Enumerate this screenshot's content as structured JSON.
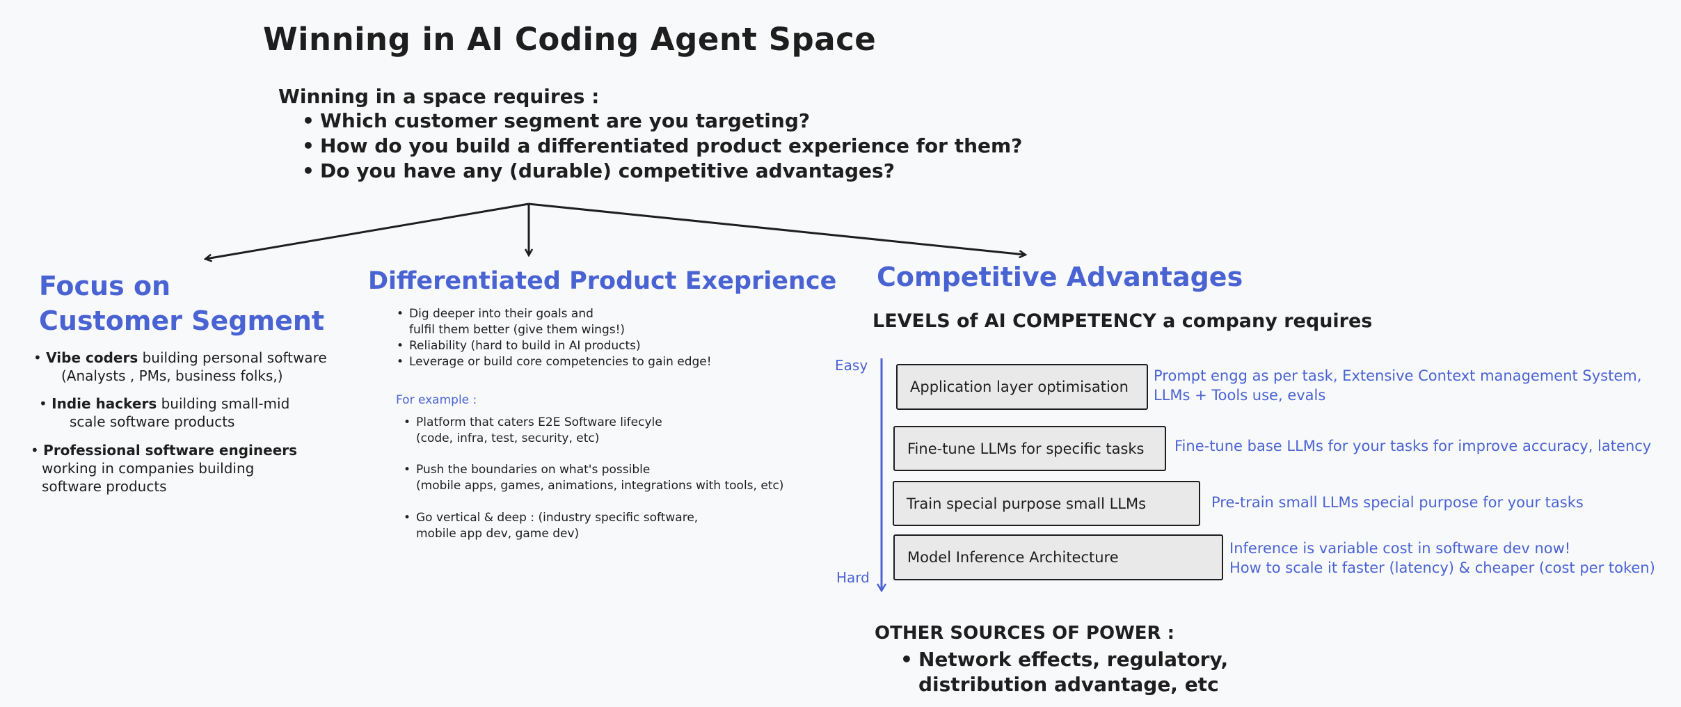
{
  "title": "Winning in AI Coding Agent Space",
  "requirements": {
    "heading": "Winning in a space requires :",
    "items": [
      "Which customer segment are you targeting?",
      "How do you build a differentiated product experience for them?",
      "Do you have any (durable) competitive advantages?"
    ]
  },
  "focus": {
    "heading_line1": "Focus on",
    "heading_line2": "Customer Segment",
    "segments": [
      {
        "bold": "Vibe coders",
        "rest": " building personal software",
        "line2": "(Analysts , PMs, business folks,)"
      },
      {
        "bold": "Indie hackers",
        "rest": " building small-mid",
        "line2": "scale software products"
      },
      {
        "bold": "Professional software engineers",
        "rest": "",
        "line2": "working in companies building",
        "line3": "software products"
      }
    ]
  },
  "differentiated": {
    "heading": "Differentiated Product Exeprience",
    "items": [
      {
        "line1": "Dig deeper into their goals and",
        "line2": "fulfil them better (give them wings!)"
      },
      {
        "line1": "Reliability (hard to build in AI products)"
      },
      {
        "line1": "Leverage or build core competencies to gain edge!"
      }
    ],
    "example_label": "For example  :",
    "examples": [
      {
        "line1": "Platform that caters E2E Software lifecyle",
        "line2": "(code, infra, test, security, etc)"
      },
      {
        "line1": "Push the boundaries on what's possible",
        "line2": "(mobile apps, games, animations, integrations with tools, etc)"
      },
      {
        "line1": "Go vertical & deep : (industry specific software,",
        "line2": "mobile app dev, game dev)"
      }
    ]
  },
  "competitive": {
    "heading": "Competitive Advantages",
    "levels_heading": "LEVELS of AI COMPETENCY a company requires",
    "axis_top": "Easy",
    "axis_bottom": "Hard",
    "levels": [
      {
        "label": "Application layer optimisation",
        "note_line1": "Prompt engg as per task, Extensive Context management System,",
        "note_line2": "LLMs + Tools use, evals"
      },
      {
        "label": "Fine-tune LLMs for specific tasks",
        "note_line1": "Fine-tune base LLMs for your tasks for improve accuracy, latency"
      },
      {
        "label": "Train special purpose small LLMs",
        "note_line1": "Pre-train small LLMs special purpose for your tasks"
      },
      {
        "label": "Model Inference Architecture",
        "note_line1": "Inference is variable cost in software dev now!",
        "note_line2": "How to scale it faster (latency) & cheaper (cost per token)"
      }
    ],
    "other_heading": "OTHER SOURCES OF POWER :",
    "other_items": [
      "Network effects, regulatory, distribution advantage, etc"
    ]
  },
  "colors": {
    "accent": "#4a63d2",
    "ink": "#1e1e1e",
    "box_fill": "#e9e9e9",
    "background": "#f8f9fb"
  }
}
